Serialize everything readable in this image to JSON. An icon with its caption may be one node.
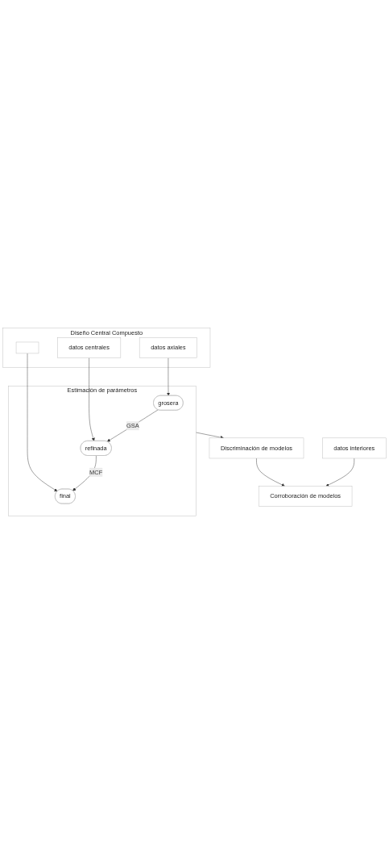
{
  "diagram": {
    "nodes": [
      {
        "text": [
          "Diseño Central Compuesto"
        ]
      },
      {
        "text": [
          "datos axiales"
        ],
        "in": 0
      },
      {
        "text": [
          "datos centrales"
        ],
        "in": 0
      },
      {
        "text": [],
        "shape": "box",
        "in": 0
      },
      {
        "text": [
          "Estimación de parámetros"
        ]
      },
      {
        "text": [
          "grosera"
        ],
        "in": 4
      },
      {
        "text": [
          "refinada"
        ],
        "in": 4
      },
      {
        "text": [
          "final"
        ],
        "in": 4
      },
      {
        "text": [
          "Discriminación de modelos"
        ]
      },
      {
        "text": [
          "Corroboración de modelos"
        ]
      },
      {
        "text": [
          "datos interiores"
        ]
      }
    ],
    "edges": [
      {
        "from": 1,
        "to": 5,
        "arrow": "to"
      },
      {
        "from": 2,
        "to": 6,
        "arrow": "to"
      },
      {
        "from": 3,
        "to": 7,
        "arrow": "to"
      },
      {
        "from": 5,
        "to": 6,
        "arrow": "to",
        "label": "GSA"
      },
      {
        "from": 6,
        "to": 7,
        "arrow": "to",
        "label": "MCF"
      },
      {
        "from": 4,
        "to": 8,
        "arrow": "to"
      },
      {
        "from": 8,
        "to": 9,
        "arrow": "to"
      },
      {
        "from": 10,
        "to": 9,
        "arrow": "to"
      }
    ]
  }
}
